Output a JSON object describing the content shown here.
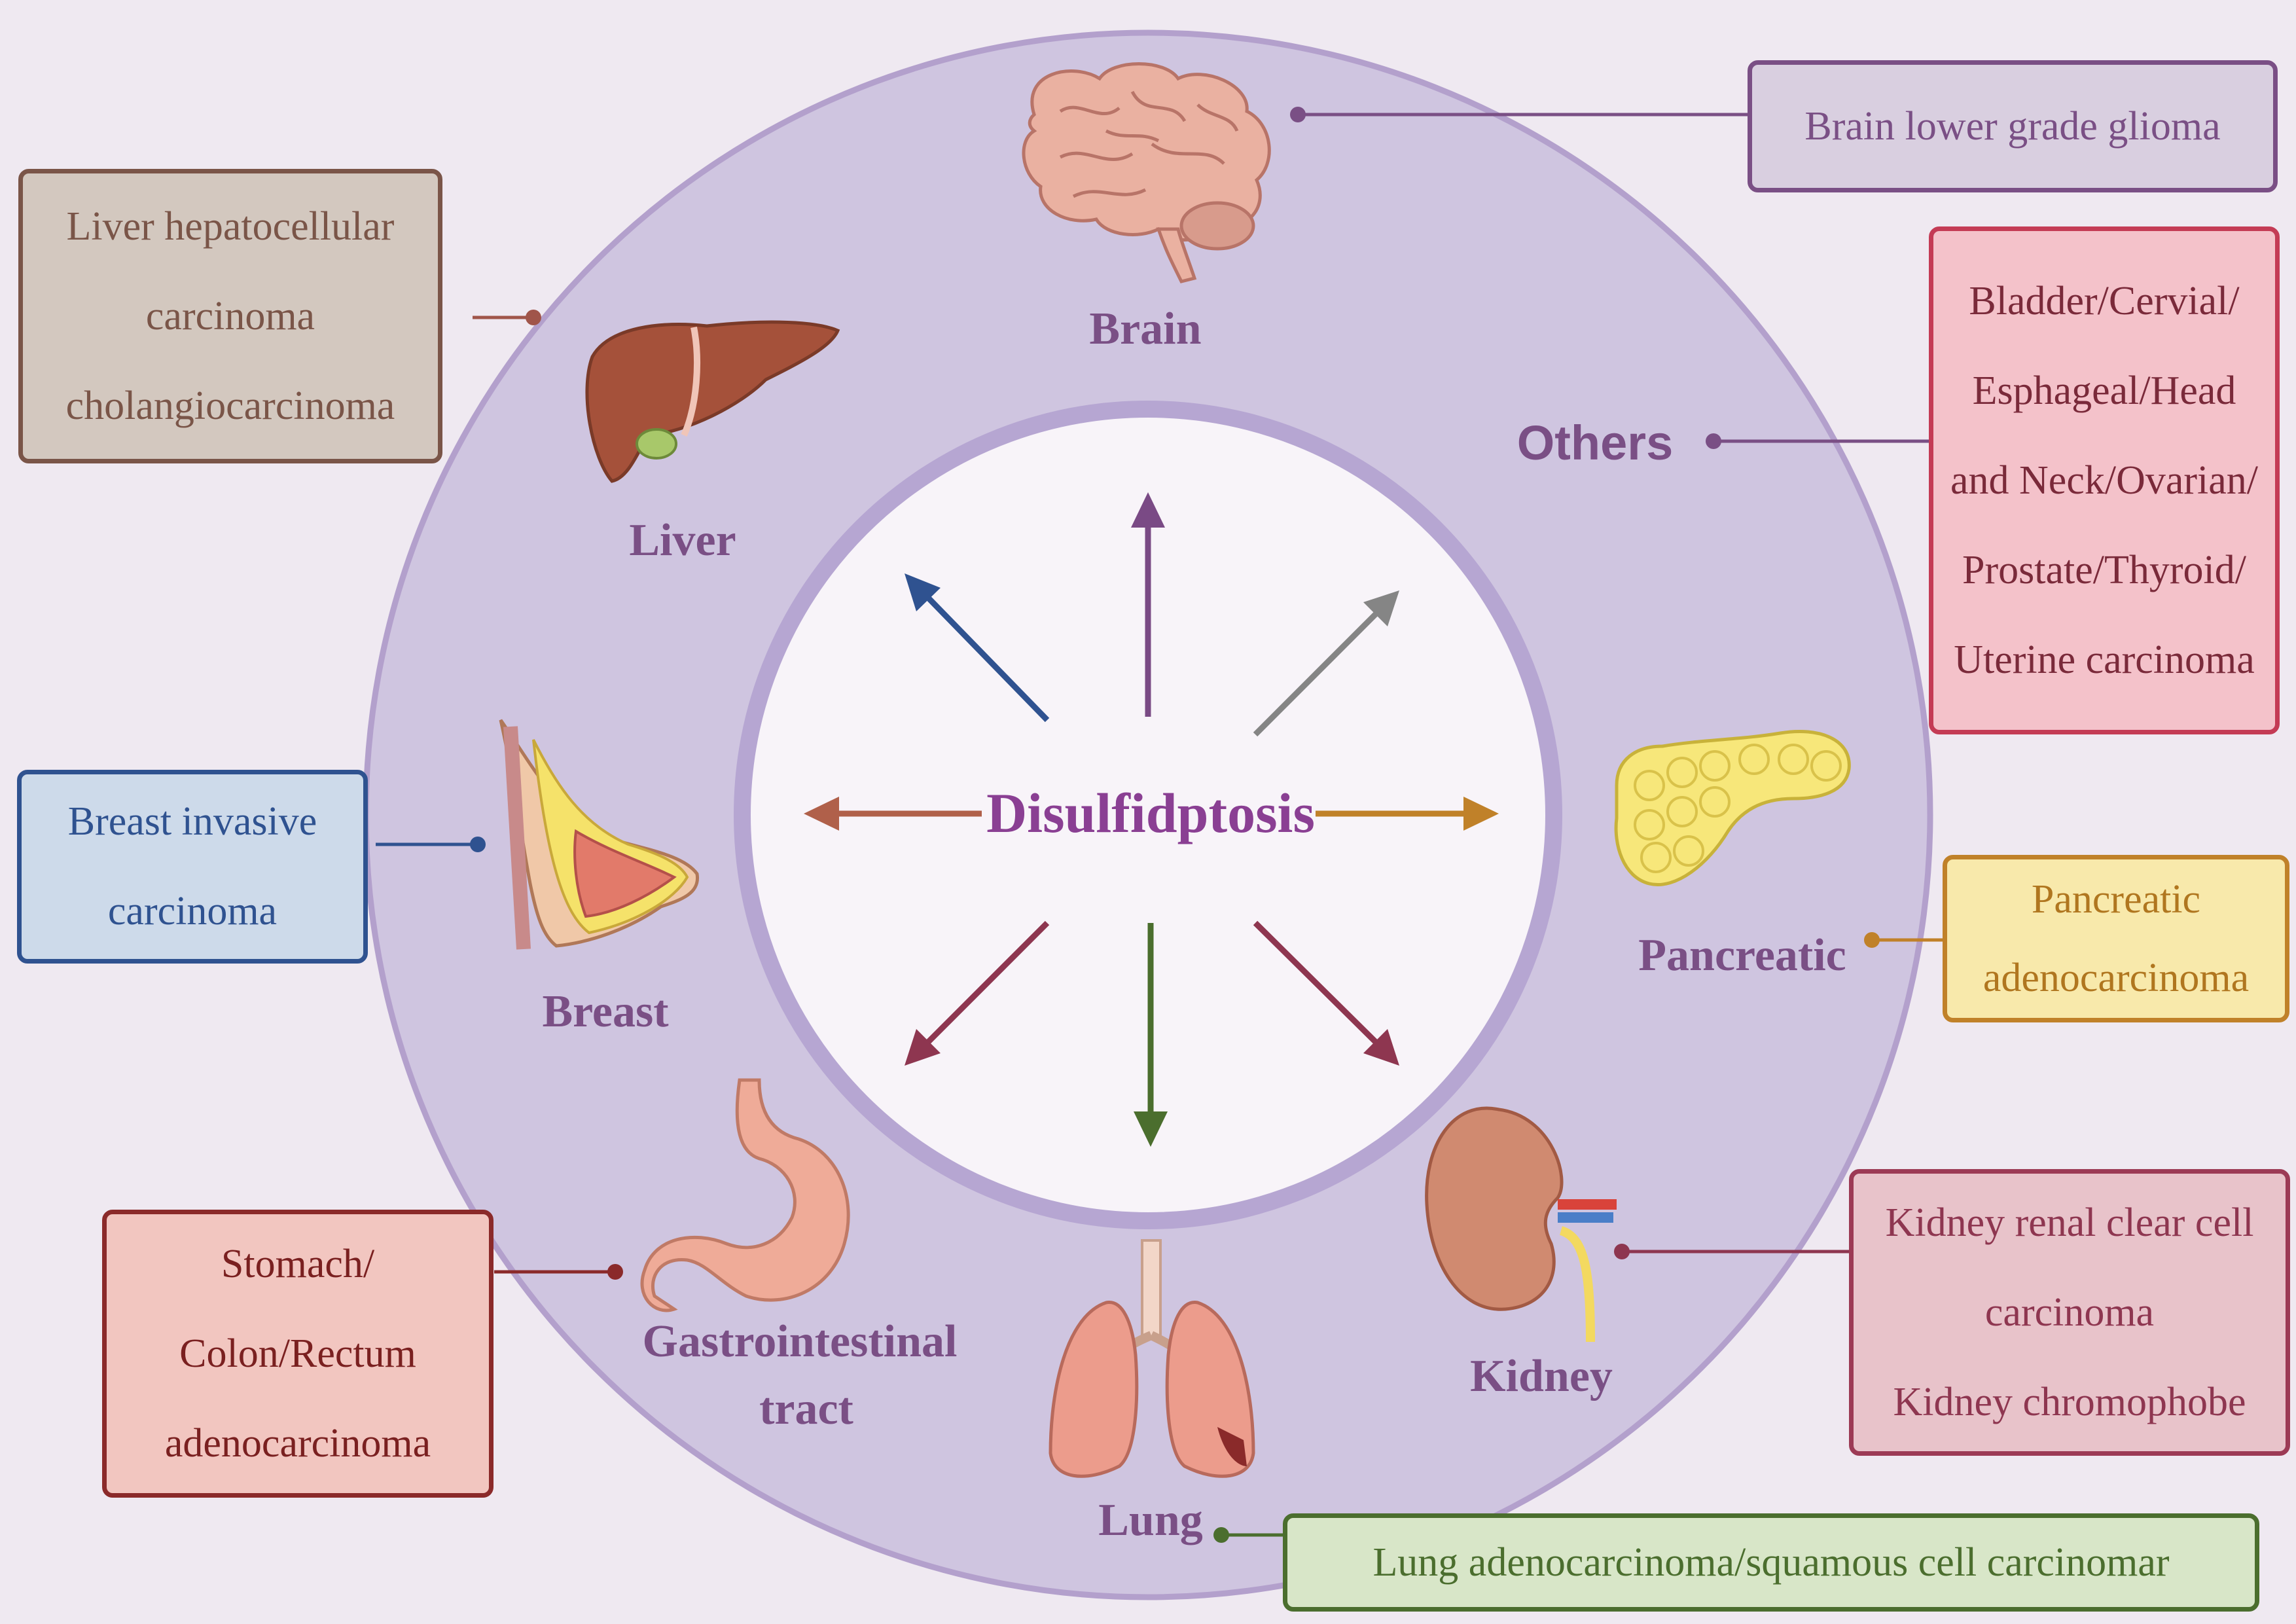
{
  "center": {
    "title": "Disulfidptosis"
  },
  "organs": {
    "brain": "Brain",
    "liver": "Liver",
    "breast": "Breast",
    "gi_line1": "Gastrointestinal",
    "gi_line2": "tract",
    "lung": "Lung",
    "kidney": "Kidney",
    "pancreatic": "Pancreatic",
    "others": "Others"
  },
  "boxes": {
    "brain": {
      "lines": [
        "Brain lower grade glioma"
      ]
    },
    "others": {
      "lines": [
        "Bladder/Cervial/",
        "Esphageal/Head",
        "and Neck/Ovarian/",
        "Prostate/Thyroid/",
        "Uterine carcinoma"
      ]
    },
    "liver": {
      "lines": [
        "Liver hepatocellular",
        "carcinoma",
        "cholangiocarcinoma"
      ]
    },
    "breast": {
      "lines": [
        "Breast invasive",
        "carcinoma"
      ]
    },
    "pancreatic": {
      "lines": [
        "Pancreatic",
        "adenocarcinoma"
      ]
    },
    "kidney": {
      "lines": [
        "Kidney renal clear cell",
        "carcinoma",
        "Kidney chromophobe"
      ]
    },
    "gi": {
      "lines": [
        "Stomach/",
        "Colon/Rectum",
        "adenocarcinoma"
      ]
    },
    "lung": {
      "lines": [
        "Lung adenocarcinoma/squamous cell carcinomar"
      ]
    }
  },
  "icons": [
    "brain-icon",
    "liver-icon",
    "breast-icon",
    "stomach-icon",
    "lung-icon",
    "kidney-icon",
    "pancreas-icon"
  ],
  "colors": {
    "background": "#efe9f1",
    "outer_ring": "#cfc5e0",
    "ring_border": "#b3a0cc",
    "center_fill": "#f8f4f9",
    "label_purple": "#7a4f85",
    "center_text": "#8a3f93",
    "arrow_up": "#7a4a85",
    "arrow_up_left": "#2f5290",
    "arrow_up_right": "#858585",
    "arrow_left": "#b0604a",
    "arrow_right": "#c08129",
    "arrow_down": "#4b6e2e",
    "arrow_down_diag": "#8e3650"
  }
}
